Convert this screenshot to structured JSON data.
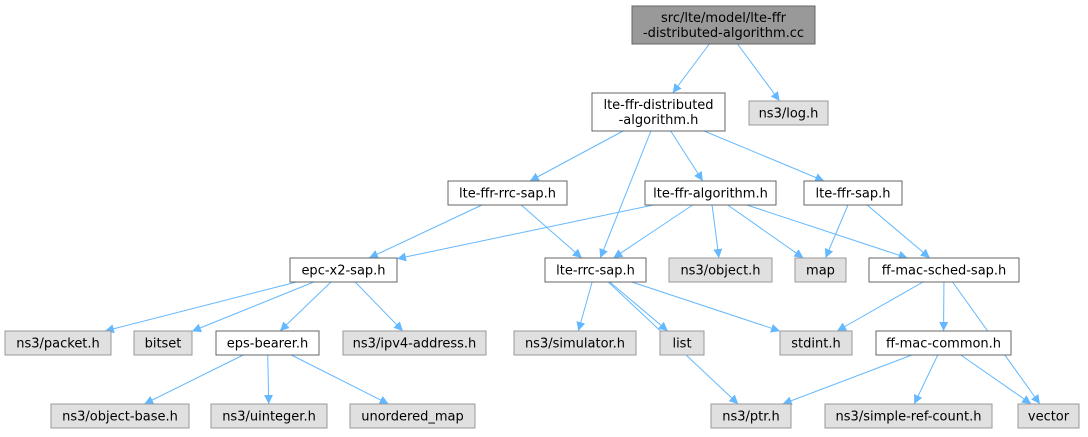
{
  "colors": {
    "edge": "#63b8ff",
    "root_fill": "#999999",
    "root_border": "#666666",
    "local_fill": "#ffffff",
    "local_border": "#666666",
    "system_fill": "#e0e0e0",
    "system_border": "#999999"
  },
  "nodes": [
    {
      "id": "root",
      "kind": "root",
      "lines": [
        "src/lte/model/lte-ffr",
        "-distributed-algorithm.cc"
      ]
    },
    {
      "id": "lte-ffr-distributed-algorithm-h",
      "kind": "local",
      "lines": [
        "lte-ffr-distributed",
        "-algorithm.h"
      ]
    },
    {
      "id": "ns3-log-h",
      "kind": "system",
      "lines": [
        "ns3/log.h"
      ]
    },
    {
      "id": "lte-ffr-rrc-sap-h",
      "kind": "local",
      "lines": [
        "lte-ffr-rrc-sap.h"
      ]
    },
    {
      "id": "lte-ffr-algorithm-h",
      "kind": "local",
      "lines": [
        "lte-ffr-algorithm.h"
      ]
    },
    {
      "id": "lte-ffr-sap-h",
      "kind": "local",
      "lines": [
        "lte-ffr-sap.h"
      ]
    },
    {
      "id": "epc-x2-sap-h",
      "kind": "local",
      "lines": [
        "epc-x2-sap.h"
      ]
    },
    {
      "id": "lte-rrc-sap-h",
      "kind": "local",
      "lines": [
        "lte-rrc-sap.h"
      ]
    },
    {
      "id": "ns3-object-h",
      "kind": "system",
      "lines": [
        "ns3/object.h"
      ]
    },
    {
      "id": "map",
      "kind": "system",
      "lines": [
        "map"
      ]
    },
    {
      "id": "ff-mac-sched-sap-h",
      "kind": "local",
      "lines": [
        "ff-mac-sched-sap.h"
      ]
    },
    {
      "id": "ns3-packet-h",
      "kind": "system",
      "lines": [
        "ns3/packet.h"
      ]
    },
    {
      "id": "bitset",
      "kind": "system",
      "lines": [
        "bitset"
      ]
    },
    {
      "id": "eps-bearer-h",
      "kind": "local",
      "lines": [
        "eps-bearer.h"
      ]
    },
    {
      "id": "ns3-ipv4-address-h",
      "kind": "system",
      "lines": [
        "ns3/ipv4-address.h"
      ]
    },
    {
      "id": "ns3-simulator-h",
      "kind": "system",
      "lines": [
        "ns3/simulator.h"
      ]
    },
    {
      "id": "list",
      "kind": "system",
      "lines": [
        "list"
      ]
    },
    {
      "id": "stdint-h",
      "kind": "system",
      "lines": [
        "stdint.h"
      ]
    },
    {
      "id": "ff-mac-common-h",
      "kind": "local",
      "lines": [
        "ff-mac-common.h"
      ]
    },
    {
      "id": "ns3-object-base-h",
      "kind": "system",
      "lines": [
        "ns3/object-base.h"
      ]
    },
    {
      "id": "ns3-uinteger-h",
      "kind": "system",
      "lines": [
        "ns3/uinteger.h"
      ]
    },
    {
      "id": "unordered-map",
      "kind": "system",
      "lines": [
        "unordered_map"
      ]
    },
    {
      "id": "ns3-ptr-h",
      "kind": "system",
      "lines": [
        "ns3/ptr.h"
      ]
    },
    {
      "id": "ns3-simple-ref-count-h",
      "kind": "system",
      "lines": [
        "ns3/simple-ref-count.h"
      ]
    },
    {
      "id": "vector",
      "kind": "system",
      "lines": [
        "vector"
      ]
    }
  ],
  "edges": [
    [
      "root",
      "lte-ffr-distributed-algorithm-h"
    ],
    [
      "root",
      "ns3-log-h"
    ],
    [
      "lte-ffr-distributed-algorithm-h",
      "lte-ffr-rrc-sap-h"
    ],
    [
      "lte-ffr-distributed-algorithm-h",
      "lte-rrc-sap-h"
    ],
    [
      "lte-ffr-distributed-algorithm-h",
      "lte-ffr-algorithm-h"
    ],
    [
      "lte-ffr-distributed-algorithm-h",
      "lte-ffr-sap-h"
    ],
    [
      "lte-ffr-rrc-sap-h",
      "epc-x2-sap-h"
    ],
    [
      "lte-ffr-rrc-sap-h",
      "lte-rrc-sap-h"
    ],
    [
      "lte-ffr-algorithm-h",
      "epc-x2-sap-h"
    ],
    [
      "lte-ffr-algorithm-h",
      "lte-rrc-sap-h"
    ],
    [
      "lte-ffr-algorithm-h",
      "ns3-object-h"
    ],
    [
      "lte-ffr-algorithm-h",
      "map"
    ],
    [
      "lte-ffr-algorithm-h",
      "ff-mac-sched-sap-h"
    ],
    [
      "lte-ffr-sap-h",
      "map"
    ],
    [
      "lte-ffr-sap-h",
      "ff-mac-sched-sap-h"
    ],
    [
      "epc-x2-sap-h",
      "ns3-packet-h"
    ],
    [
      "epc-x2-sap-h",
      "bitset"
    ],
    [
      "epc-x2-sap-h",
      "eps-bearer-h"
    ],
    [
      "epc-x2-sap-h",
      "ns3-ipv4-address-h"
    ],
    [
      "lte-rrc-sap-h",
      "ns3-simulator-h"
    ],
    [
      "lte-rrc-sap-h",
      "list"
    ],
    [
      "lte-rrc-sap-h",
      "stdint-h"
    ],
    [
      "lte-rrc-sap-h",
      "ns3-ptr-h"
    ],
    [
      "ff-mac-sched-sap-h",
      "stdint-h"
    ],
    [
      "ff-mac-sched-sap-h",
      "ff-mac-common-h"
    ],
    [
      "ff-mac-sched-sap-h",
      "vector"
    ],
    [
      "eps-bearer-h",
      "ns3-object-base-h"
    ],
    [
      "eps-bearer-h",
      "ns3-uinteger-h"
    ],
    [
      "eps-bearer-h",
      "unordered-map"
    ],
    [
      "ff-mac-common-h",
      "ns3-ptr-h"
    ],
    [
      "ff-mac-common-h",
      "ns3-simple-ref-count-h"
    ],
    [
      "ff-mac-common-h",
      "vector"
    ]
  ]
}
